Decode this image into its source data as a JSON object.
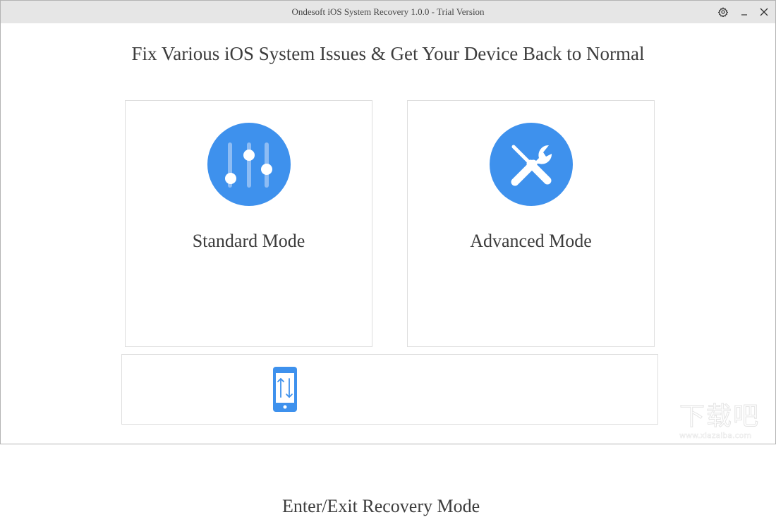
{
  "window": {
    "title": "Ondesoft iOS System Recovery 1.0.0 - Trial Version",
    "controls": {
      "settings_icon": "gear-icon",
      "minimize_icon": "minimize-icon",
      "close_icon": "close-icon"
    }
  },
  "main": {
    "heading": "Fix Various iOS System Issues & Get Your Device Back to Normal",
    "modes": [
      {
        "label": "Standard Mode",
        "icon": "sliders-icon"
      },
      {
        "label": "Advanced Mode",
        "icon": "tools-icon"
      }
    ],
    "recovery": {
      "label": "Enter/Exit Recovery Mode",
      "icon": "phone-transfer-icon"
    }
  },
  "watermark": {
    "text_cn": "下载吧",
    "url": "www.xiazaiba.com"
  },
  "colors": {
    "accent": "#3e91ed",
    "titlebar": "#e6e6e6",
    "border": "#dedede",
    "text": "#3d3d3d"
  }
}
